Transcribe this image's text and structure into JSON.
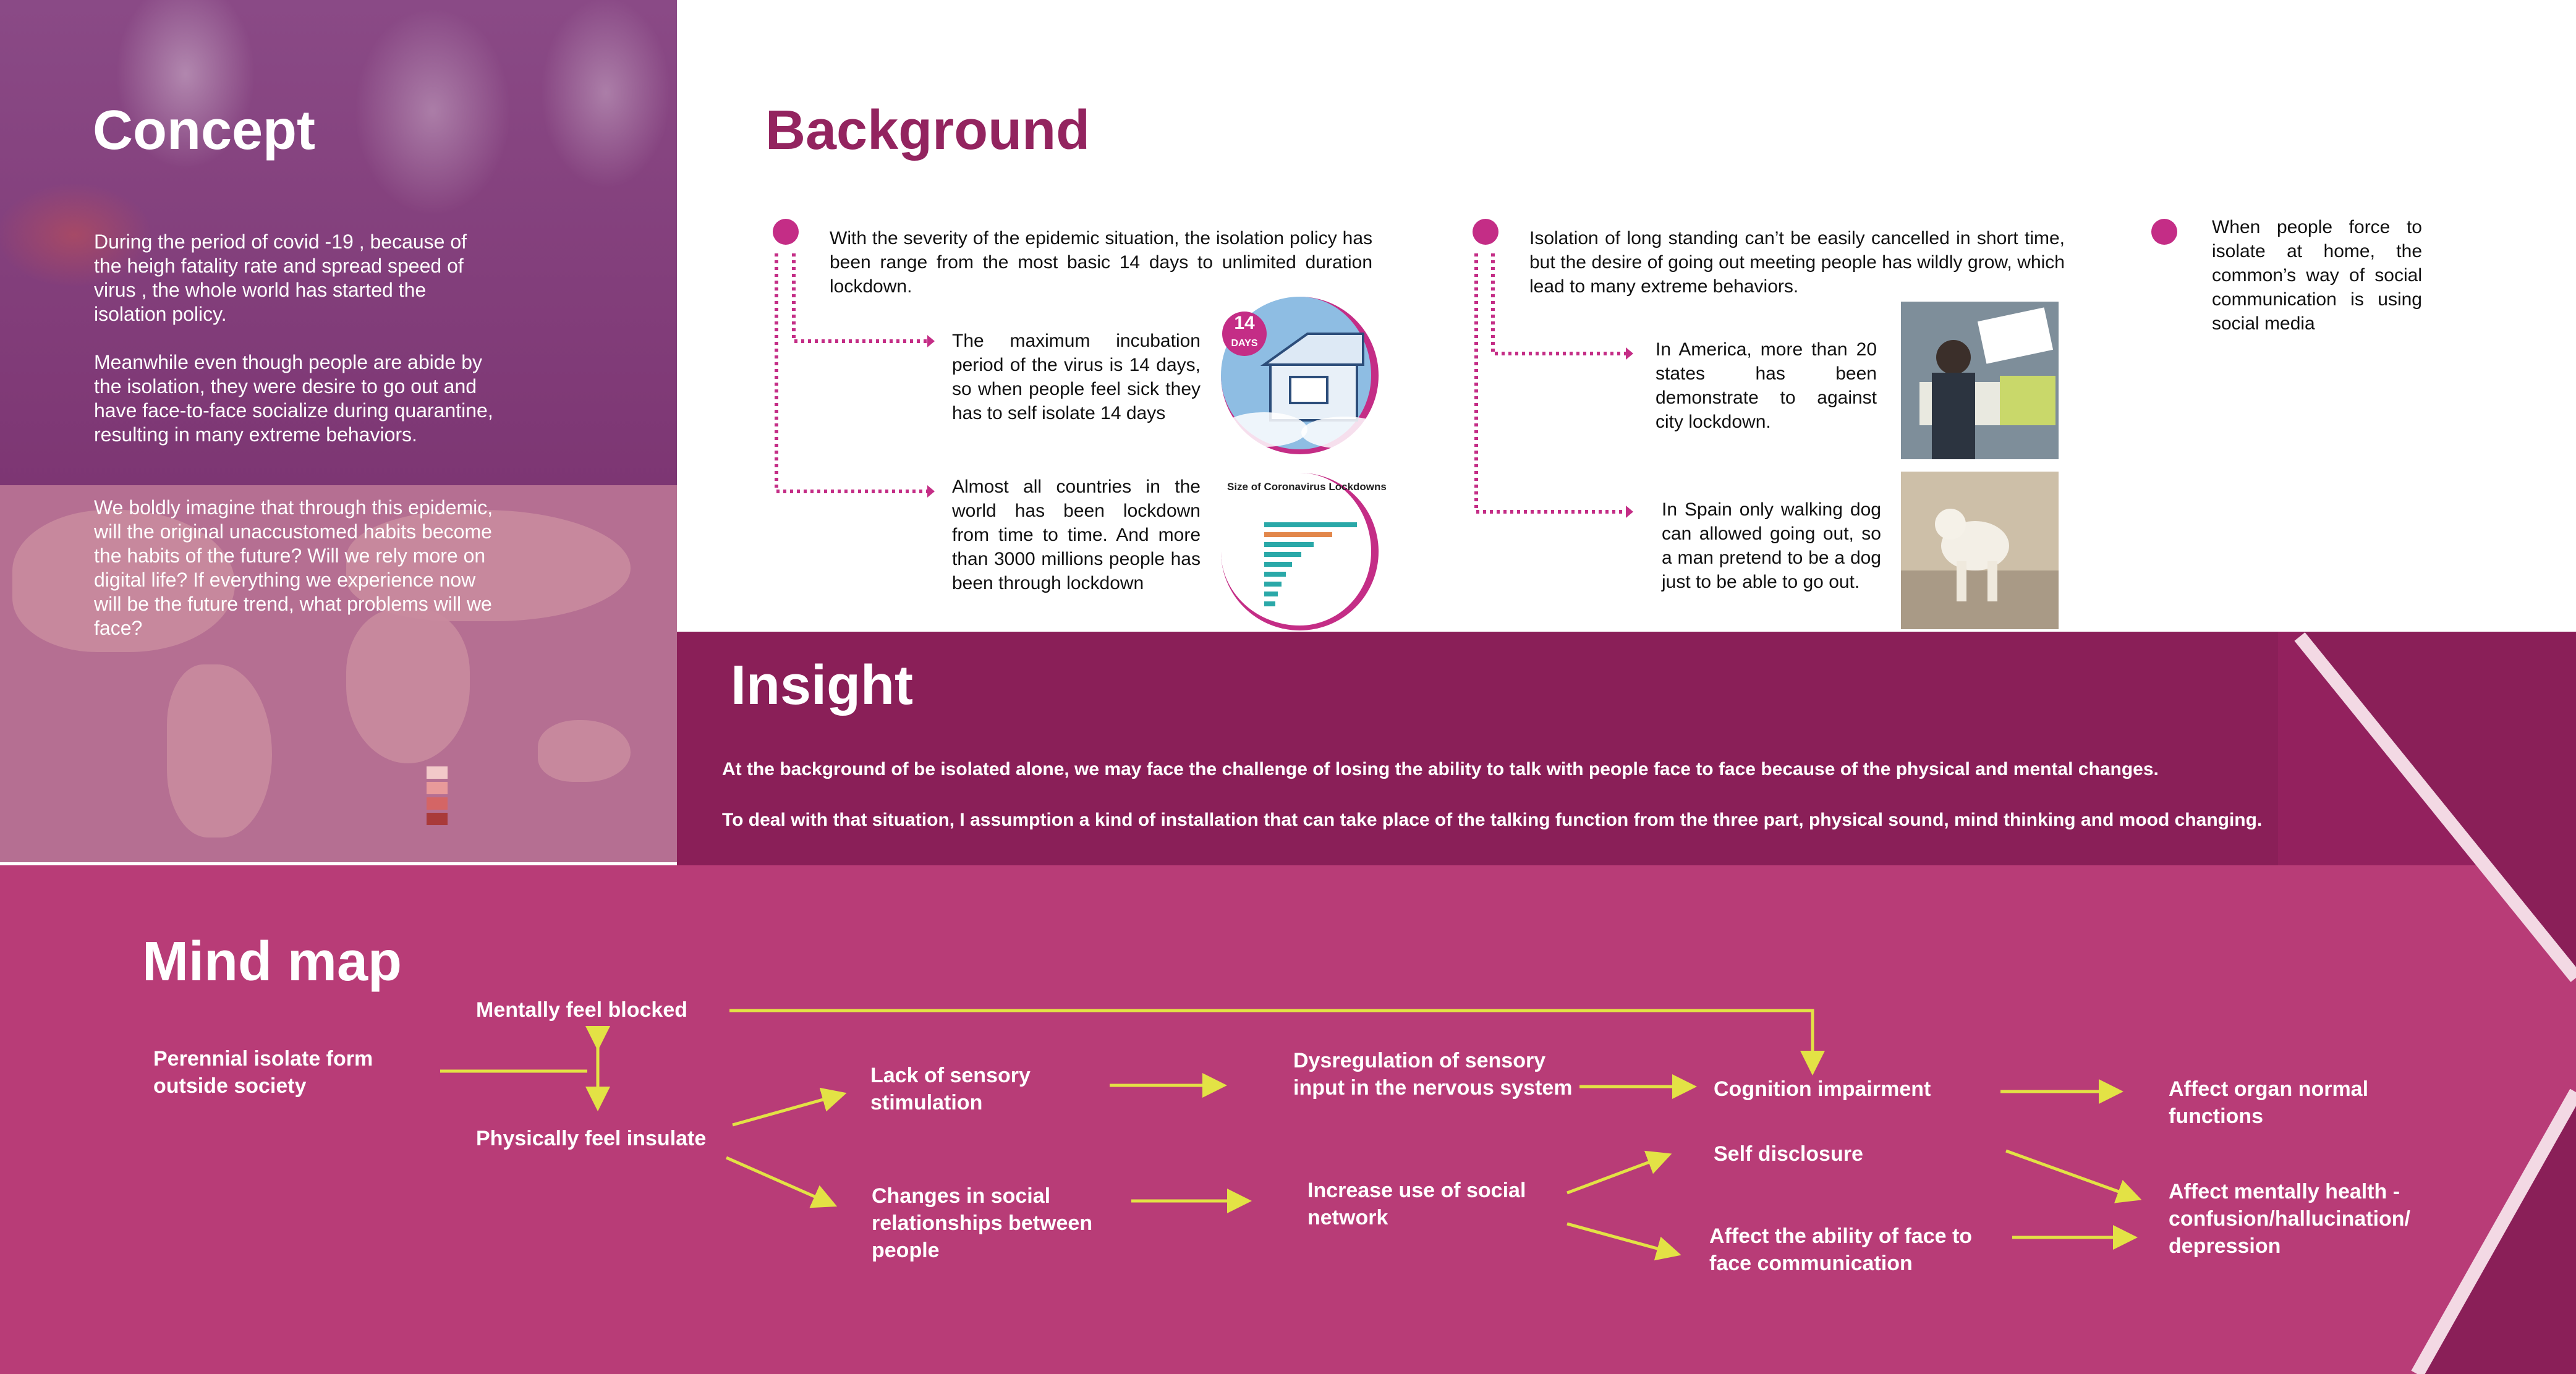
{
  "concept": {
    "title": "Concept",
    "paragraphs": [
      "During the period of covid -19 , because of the heigh fatality rate and spread speed of virus , the whole world has started the isolation policy.",
      "Meanwhile even though people are abide by the isolation, they were desire to go out and have face-to-face socialize during quarantine, resulting in many extreme behaviors.",
      "We boldly imagine that through this epidemic, will the original unaccustomed habits become the habits of the future? Will we rely more on digital life? If everything we experience now will be the future trend, what problems will we face?"
    ]
  },
  "background": {
    "title": "Background",
    "col1": {
      "main": "With the severity of the epidemic situation, the isolation policy has been range from the most basic 14 days to unlimited duration lockdown.",
      "sub1": "The maximum incubation period of the virus is 14 days, so when people feel sick they has to self isolate 14 days",
      "sub2": "Almost all countries in the world has been lockdown from time to time. And more than 3000 millions people has been through lockdown",
      "badge": "14 DAYS",
      "chart_caption": "Size of Coronavirus Lockdowns"
    },
    "col2": {
      "main": "Isolation of long standing can’t be easily cancelled in short time, but the desire of going out meeting people has wildly grow, which lead to many extreme behaviors.",
      "sub1": "In America, more than 20 states has been demonstrate to against city lockdown.",
      "sub2": "In Spain only walking dog can allowed going out, so a man pretend to be a dog just to be able to go out."
    },
    "col3": {
      "main": "When people force to isolate at home, the common’s way of social communication is using social media"
    }
  },
  "insight": {
    "title": "Insight",
    "line1": "At the background of be isolated alone, we may face the challenge of losing the ability to talk with people face to face because of the physical and mental changes.",
    "line2": "To deal with that situation, I assumption a kind of installation that can take place of the talking function from the three part, physical sound, mind thinking and mood changing."
  },
  "mindmap": {
    "title": "Mind map",
    "nodes": {
      "perennial": "Perennial isolate form outside society",
      "mental_block": "Mentally feel blocked",
      "physical_insulate": "Physically feel insulate",
      "sensory": "Lack of sensory stimulation",
      "social_change": "Changes in social relationships between people",
      "dysregulation": "Dysregulation of sensory input in the nervous system",
      "social_network": "Increase use of social network",
      "cognition": "Cognition impairment",
      "self_disclosure": "Self disclosure",
      "face_ability": "Affect the ability of face to face communication",
      "organ": "Affect organ normal functions",
      "mental_health": "Affect mentally health - confusion/hallucination/ depression"
    }
  },
  "colors": {
    "accent": "#c42d86",
    "title_purple": "#93245f",
    "insight_bg": "#8a1f58",
    "mindmap_bg": "#b83c77",
    "arrow_yellow": "#e3e245"
  }
}
